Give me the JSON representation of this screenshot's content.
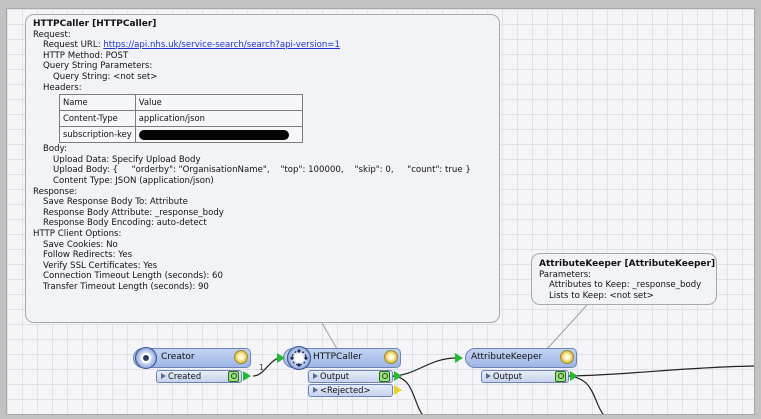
{
  "annotation_httpcaller": {
    "title": "HTTPCaller [HTTPCaller]",
    "request_label": "Request:",
    "request_url_label": "Request URL:",
    "request_url": "https://api.nhs.uk/service-search/search?api-version=1",
    "http_method": "HTTP Method: POST",
    "qs_params_label": "Query String Parameters:",
    "qs_value": "Query String: <not set>",
    "headers_label": "Headers:",
    "headers_table": {
      "col_name": "Name",
      "col_value": "Value",
      "rows": [
        {
          "name": "Content-Type",
          "value": "application/json"
        },
        {
          "name": "subscription-key",
          "value": ""
        }
      ]
    },
    "body_label": "Body:",
    "upload_data": "Upload Data: Specify Upload Body",
    "upload_body": "Upload Body: {     \"orderby\": \"OrganisationName\",    \"top\": 100000,    \"skip\": 0,     \"count\": true }",
    "content_type": "Content Type: JSON (application/json)",
    "response_label": "Response:",
    "save_body": "Save Response Body To: Attribute",
    "body_attr": "Response Body Attribute: _response_body",
    "body_enc": "Response Body Encoding: auto-detect",
    "client_label": "HTTP Client Options:",
    "save_cookies": "Save Cookies: No",
    "follow_redirects": "Follow Redirects: Yes",
    "verify_ssl": "Verify SSL Certificates: Yes",
    "conn_timeout": "Connection Timeout Length (seconds): 60",
    "transfer_timeout": "Transfer Timeout Length (seconds): 90"
  },
  "annotation_keeper": {
    "title": "AttributeKeeper [AttributeKeeper]",
    "params_label": "Parameters:",
    "attrs_to_keep": "Attributes to Keep: _response_body",
    "lists_to_keep": "Lists to Keep: <not set>"
  },
  "transformers": {
    "creator": {
      "name": "Creator",
      "output_port": "Created"
    },
    "httpcaller": {
      "name": "HTTPCaller",
      "output_port": "Output",
      "rejected_port": "<Rejected>"
    },
    "keeper": {
      "name": "AttributeKeeper",
      "output_port": "Output"
    }
  },
  "link_label": "1",
  "colors": {
    "canvas": "#f5f5f7",
    "grid": "#dfe2ea",
    "transformer": "#9db6e6",
    "output_arrow": "#22bb33",
    "rejected_arrow": "#f0d020"
  }
}
